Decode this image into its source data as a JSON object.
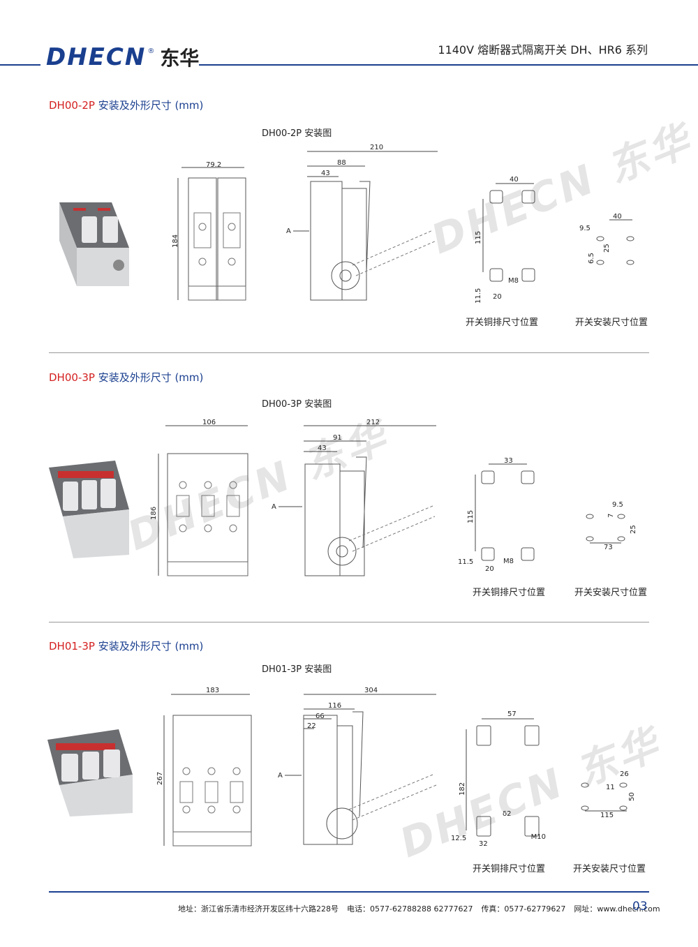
{
  "header": {
    "logo_text": "DHECN",
    "logo_reg": "®",
    "logo_cn": "东华",
    "title": "1140V 熔断器式隔离开关 DH、HR6 系列"
  },
  "sections": [
    {
      "code": "DH00-2P",
      "title": " 安装及外形尺寸 (mm)",
      "subtitle": "DH00-2P 安装图",
      "front_width": "79.2",
      "front_height": "184",
      "side_total": "210",
      "side_mid": "88",
      "side_short": "43",
      "side_arrow": "A",
      "bus_h": "40",
      "bus_v": "115",
      "bus_bottom": "11.5",
      "bus_bottom_w": "20",
      "bus_bolt": "M8",
      "mount_w": "40",
      "mount_a": "9.5",
      "mount_b": "6.5",
      "mount_c": "25",
      "cap_bus": "开关铜排尺寸位置",
      "cap_mount": "开关安装尺寸位置"
    },
    {
      "code": "DH00-3P",
      "title": " 安装及外形尺寸 (mm)",
      "subtitle": "DH00-3P 安装图",
      "front_width": "106",
      "front_height": "186",
      "side_total": "212",
      "side_mid": "91",
      "side_short": "43",
      "side_arrow": "A",
      "bus_h": "33",
      "bus_v": "115",
      "bus_bottom": "11.5",
      "bus_bottom_w": "20",
      "bus_bolt": "M8",
      "mount_w": "73",
      "mount_a": "9.5",
      "mount_b": "7",
      "mount_c": "25",
      "cap_bus": "开关铜排尺寸位置",
      "cap_mount": "开关安装尺寸位置"
    },
    {
      "code": "DH01-3P",
      "title": " 安装及外形尺寸 (mm)",
      "subtitle": "DH01-3P 安装图",
      "front_width": "183",
      "front_height": "267",
      "side_total": "304",
      "side_mid": "116",
      "side_short": "66",
      "side_shortest": "22",
      "side_arrow": "A",
      "bus_h": "57",
      "bus_v": "182",
      "bus_bottom": "12.5",
      "bus_bottom_w": "32",
      "bus_bolt": "M10",
      "bus_delta": "δ2",
      "mount_w": "115",
      "mount_a": "26",
      "mount_b": "11",
      "mount_c": "50",
      "cap_bus": "开关铜排尺寸位置",
      "cap_mount": "开关安装尺寸位置"
    }
  ],
  "watermark": {
    "text": "DHECN",
    "cn": "东华"
  },
  "footer": {
    "address": "地址：浙江省乐清市经济开发区纬十六路228号",
    "phone": "电话：0577-62788288   62777627",
    "fax": "传真：0577-62779627",
    "web": "网址：www.dhecn.com",
    "page": "03"
  }
}
